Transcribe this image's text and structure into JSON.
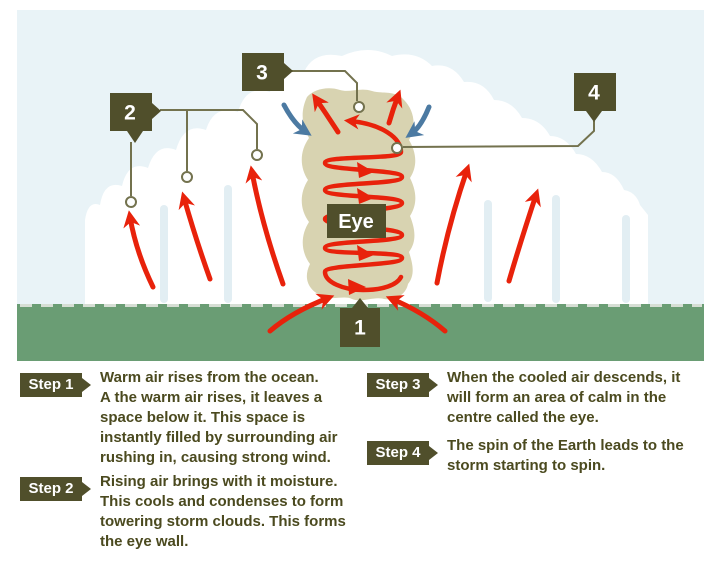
{
  "diagram": {
    "callout_labels": {
      "one": "1",
      "two": "2",
      "three": "3",
      "four": "4"
    },
    "eye_label": "Eye"
  },
  "legend": {
    "steps": [
      {
        "badge": "Step 1",
        "lines": [
          "Warm air rises from the ocean.",
          "A the warm air rises, it leaves a",
          "space below it. This space is",
          "instantly filled by surrounding air",
          "rushing in, causing strong wind."
        ]
      },
      {
        "badge": "Step 2",
        "lines": [
          "Rising air brings with it moisture.",
          "This cools and condenses to form",
          "towering storm clouds. This forms",
          "the eye wall."
        ]
      },
      {
        "badge": "Step 3",
        "lines": [
          "When the cooled air descends, it",
          "will form an area of calm in the",
          "centre called the eye."
        ]
      },
      {
        "badge": "Step 4",
        "lines": [
          "The spin of the Earth leads to the",
          "storm starting to spin."
        ]
      }
    ]
  },
  "colors": {
    "sky": "#e9f3f7",
    "cloud": "#ffffff",
    "cloud_shadow": "#e2eef3",
    "eyewall_tan": "#d8d3b1",
    "ocean_green": "#6a9d74",
    "ocean_dash": "#d6ded4",
    "label_olive": "#504f2b",
    "connector_olive": "#73724e",
    "arrow_red": "#e8220b",
    "arrow_blue": "#4c7aa2",
    "legend_text": "#4b4a1f"
  }
}
